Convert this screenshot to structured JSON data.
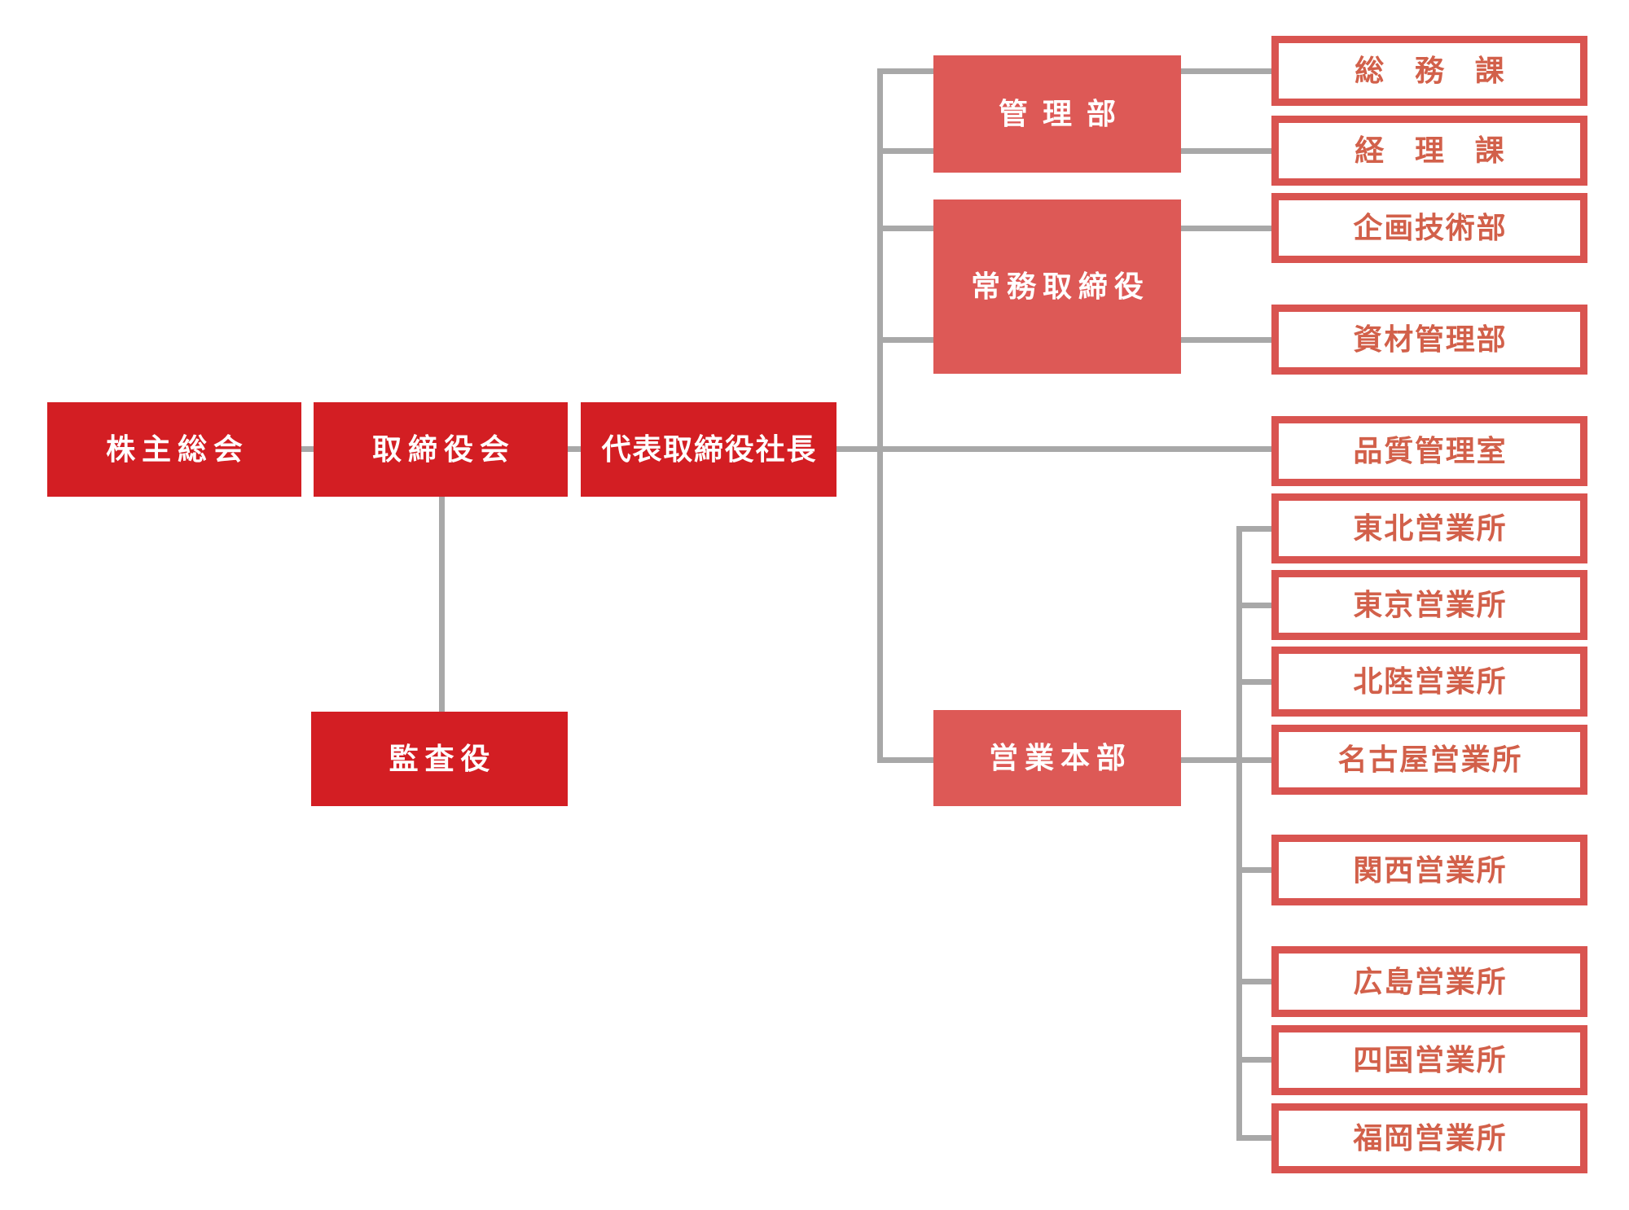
{
  "org": {
    "row1": [
      {
        "label": "株主総会"
      },
      {
        "label": "取締役会"
      },
      {
        "label": "代表取締役社長"
      }
    ],
    "auditor": {
      "label": "監査役"
    },
    "divisions": [
      {
        "label": "管理部",
        "children": [
          "総務課",
          "経理課"
        ]
      },
      {
        "label": "常務取締役",
        "children": [
          "企画技術部",
          "資材管理部"
        ]
      },
      {
        "label": "営業本部",
        "children": [
          "東北営業所",
          "東京営業所",
          "北陸営業所",
          "名古屋営業所",
          "関西営業所",
          "広島営業所",
          "四国営業所",
          "福岡営業所"
        ]
      }
    ],
    "leaves": [
      {
        "label": "総務課"
      },
      {
        "label": "経理課"
      },
      {
        "label": "企画技術部"
      },
      {
        "label": "資材管理部"
      },
      {
        "label": "品質管理室"
      },
      {
        "label": "東北営業所"
      },
      {
        "label": "東京営業所"
      },
      {
        "label": "北陸営業所"
      },
      {
        "label": "名古屋営業所"
      },
      {
        "label": "関西営業所"
      },
      {
        "label": "広島営業所"
      },
      {
        "label": "四国営業所"
      },
      {
        "label": "福岡営業所"
      }
    ]
  },
  "colors": {
    "primary_red": "#d31e23",
    "secondary_red": "#dd5956",
    "leaf_border_red": "#d95450",
    "leaf_text_red": "#d2604a",
    "connector_gray": "#a8a8a8"
  }
}
